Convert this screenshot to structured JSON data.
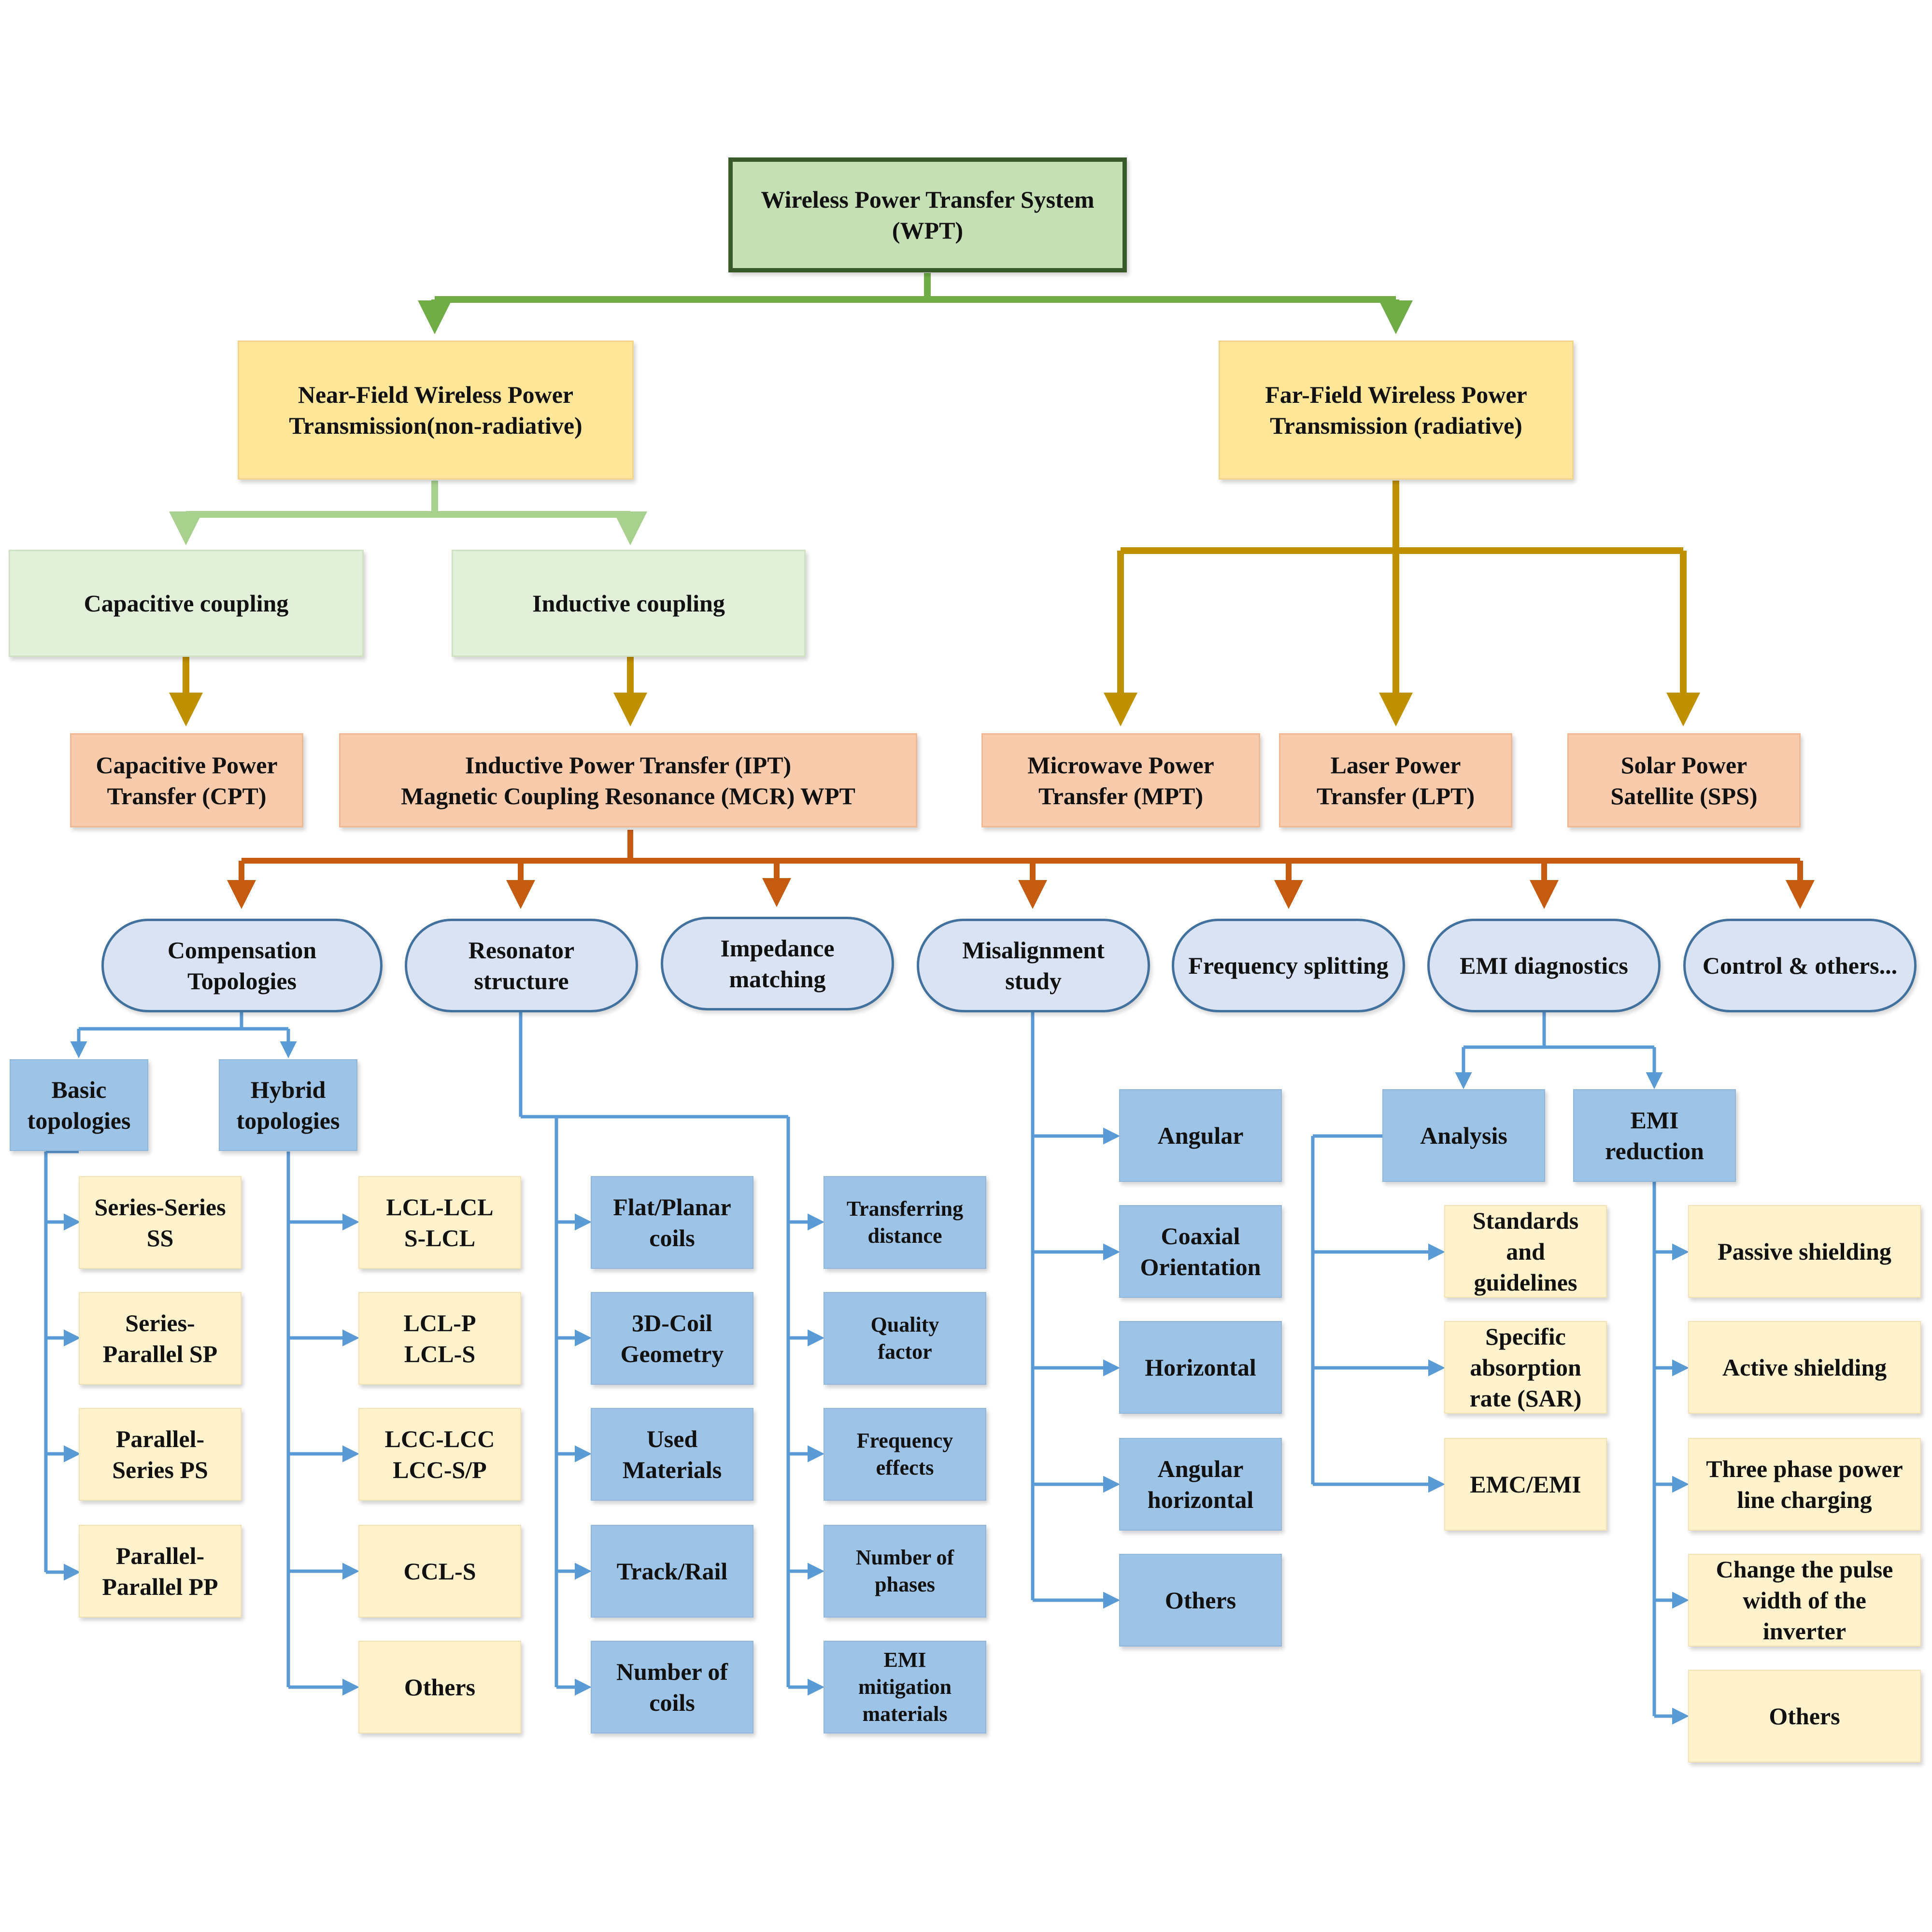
{
  "diagram": {
    "root": "Wireless Power Transfer System\n(WPT)",
    "near_field": "Near-Field Wireless Power\nTransmission(non-radiative)",
    "far_field": "Far-Field Wireless Power\nTransmission (radiative)",
    "capacitive_coupling": "Capacitive coupling",
    "inductive_coupling": "Inductive coupling",
    "cpt": "Capacitive Power\nTransfer (CPT)",
    "ipt": "Inductive Power Transfer (IPT)\nMagnetic Coupling Resonance (MCR) WPT",
    "mpt": "Microwave Power\nTransfer (MPT)",
    "lpt": "Laser Power\nTransfer (LPT)",
    "sps": "Solar  Power\nSatellite (SPS)",
    "branches": {
      "compensation": "Compensation\nTopologies",
      "resonator": "Resonator\nstructure",
      "impedance": "Impedance\nmatching",
      "misalignment": "Misalignment\nstudy",
      "frequency_splitting": "Frequency splitting",
      "emi_diagnostics": "EMI diagnostics",
      "control": "Control & others..."
    },
    "compensation": {
      "basic": "Basic\ntopologies",
      "hybrid": "Hybrid\ntopologies",
      "basic_items": [
        "Series-Series\nSS",
        "Series-\nParallel SP",
        "Parallel-\nSeries PS",
        "Parallel-\nParallel PP"
      ],
      "hybrid_items": [
        "LCL-LCL\nS-LCL",
        "LCL-P\nLCL-S",
        "LCC-LCC\nLCC-S/P",
        "CCL-S",
        "Others"
      ]
    },
    "resonator": {
      "left_items": [
        "Flat/Planar\ncoils",
        "3D-Coil\nGeometry",
        "Used\nMaterials",
        "Track/Rail",
        "Number of\ncoils"
      ],
      "right_items": [
        "Transferring\ndistance",
        "Quality\nfactor",
        "Frequency\neffects",
        "Number of\nphases",
        "EMI\nmitigation\nmaterials"
      ]
    },
    "misalignment": {
      "items": [
        "Angular",
        "Coaxial\nOrientation",
        "Horizontal",
        "Angular\nhorizontal",
        "Others"
      ]
    },
    "emi": {
      "analysis": "Analysis",
      "reduction": "EMI\nreduction",
      "analysis_items": [
        "Standards\nand\nguidelines",
        "Specific\nabsorption\nrate (SAR)",
        "EMC/EMI"
      ],
      "reduction_items": [
        "Passive shielding",
        "Active shielding",
        "Three phase power\nline charging",
        "Change the pulse\nwidth of the\ninverter",
        "Others"
      ]
    }
  },
  "colors": {
    "root_wire": "#70ad47",
    "near_wire": "#a9d18e",
    "gold_wire": "#bf9000",
    "orange_wire": "#c55a11",
    "blue_wire": "#5b9bd5"
  }
}
